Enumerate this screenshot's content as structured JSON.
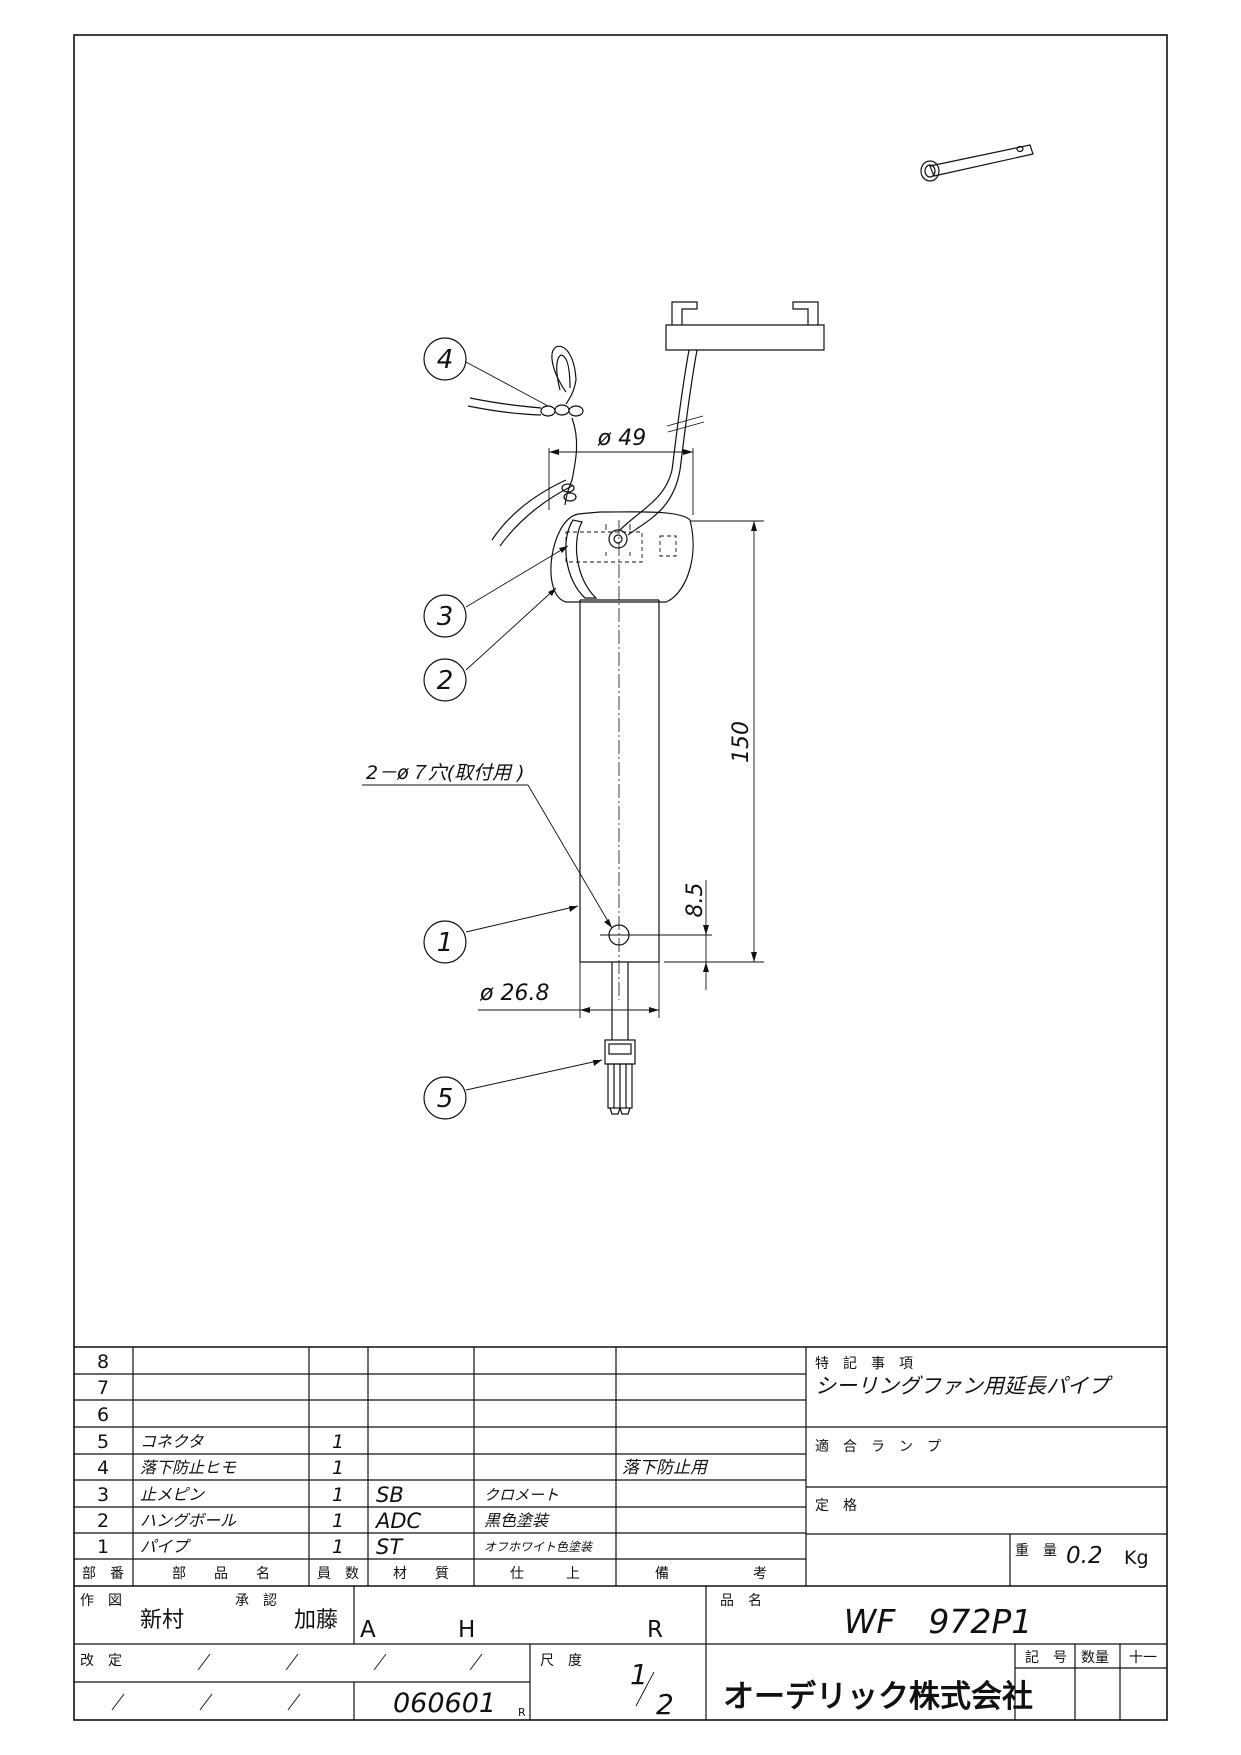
{
  "drawing": {
    "balloons": [
      "4",
      "3",
      "2",
      "1",
      "5"
    ],
    "dimensions": {
      "flange_diameter": "ø 49",
      "length": "150",
      "hole_offset": "8.5",
      "pipe_diameter": "ø 26.8",
      "hole_note": "2－ø７穴(取付用 )"
    }
  },
  "parts_table": {
    "rows": [
      {
        "no": "8",
        "name": "",
        "qty": "",
        "material": "",
        "finish": "",
        "remark": ""
      },
      {
        "no": "7",
        "name": "",
        "qty": "",
        "material": "",
        "finish": "",
        "remark": ""
      },
      {
        "no": "6",
        "name": "",
        "qty": "",
        "material": "",
        "finish": "",
        "remark": ""
      },
      {
        "no": "5",
        "name": "コネクタ",
        "qty": "1",
        "material": "",
        "finish": "",
        "remark": ""
      },
      {
        "no": "4",
        "name": "落下防止ヒモ",
        "qty": "1",
        "material": "",
        "finish": "",
        "remark": "落下防止用"
      },
      {
        "no": "3",
        "name": "止メピン",
        "qty": "1",
        "material": "SB",
        "finish": "クロメート",
        "remark": ""
      },
      {
        "no": "2",
        "name": "ハングボール",
        "qty": "1",
        "material": "ADC",
        "finish": "黒色塗装",
        "remark": ""
      },
      {
        "no": "1",
        "name": "パイプ",
        "qty": "1",
        "material": "ST",
        "finish": "オフホワイト色塗装",
        "remark": ""
      }
    ],
    "header": {
      "no": "部　番",
      "name": "部　　品　　名",
      "qty": "員　数",
      "material": "材　　質",
      "finish": "仕　　　上",
      "remark": "備　　　　　　考"
    }
  },
  "notes": {
    "special_label": "特　記　事　項",
    "special_value": "シーリングファン用延長パイプ",
    "lamp_label": "適　合　ラ　ン　プ",
    "rating_label": "定　格",
    "weight_label": "重　量",
    "weight_value": "0.2",
    "weight_unit": "Kg"
  },
  "title_block": {
    "drawn_label": "作　図",
    "drawn_by": "新村",
    "approved_label": "承　認",
    "approved_by": "加藤",
    "rev_a": "A",
    "rev_h": "H",
    "rev_r": "R",
    "product_label": "品　名",
    "product_code": "WF　972P1",
    "revision_label": "改　定",
    "date": "060601",
    "date_suffix": "R",
    "scale_label": "尺　度",
    "scale_num": "1",
    "scale_den": "2",
    "company": "オーデリック株式会社",
    "symbol_label": "記　号",
    "quantity_label": "数量",
    "plusminus_label": "十一"
  }
}
